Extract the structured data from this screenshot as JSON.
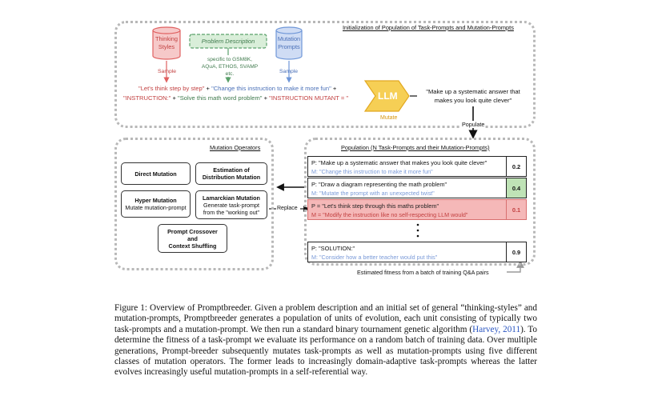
{
  "init_panel": {
    "title": "Initialization of Population of Task-Prompts and Mutation-Prompts",
    "thinking_styles": "Thinking Styles",
    "problem_description": "Problem Description",
    "mutation_prompts": "Mutation Prompts",
    "specific_note": "specific to GSM8K, AQuA, ETHOS, SVAMP etc.",
    "sample_left": "Sample",
    "sample_right": "Sample",
    "formula_part1": "\"Let's think step by step\"",
    "formula_plus": " + ",
    "formula_part2": "\"Change this instruction to make it more fun\"",
    "formula_part3": "\"INSTRUCTION:\"",
    "formula_part4": "\"Solve this math word problem\"",
    "formula_part5": "\"INSTRUCTION MUTANT = \"",
    "llm": "LLM",
    "mutate": "Mutate",
    "llm_output": "\"Make up a systematic answer that makes you look quite clever\"",
    "populate": "Populate"
  },
  "mutation_operators": {
    "title": "Mutation Operators",
    "direct": "Direct Mutation",
    "eda_1": "Estimation of",
    "eda_2": "Distribution Mutation",
    "hyper": "Hyper Mutation",
    "hyper_sub": "Mutate mutation-prompt",
    "lamarck": "Lamarckian Mutation",
    "lamarck_sub1": "Generate task-prompt",
    "lamarck_sub2": "from the \"working out\"",
    "crossover_1": "Prompt Crossover",
    "crossover_2": "and",
    "crossover_3": "Context Shuffling",
    "replace": "Replace"
  },
  "population": {
    "title": "Population (N Task-Prompts and their Mutation-Prompts)",
    "rows": [
      {
        "p": "P: \"Make up a systematic answer that makes you look quite clever\"",
        "m": "M: \"Change this instruction to make it more fun\"",
        "fitness": "0.2"
      },
      {
        "p": "P: \"Draw a diagram representing the math problem\"",
        "m": "M: \"Mutate the prompt with an unexpected twist\"",
        "fitness": "0.4"
      },
      {
        "p": "P = \"Let's think step through this maths problem\"",
        "m": "M = \"Modify the instruction like no self-respecting LLM would\"",
        "fitness": "0.1"
      },
      {
        "p": "P: \"SOLUTION:\"",
        "m": "M: \"Consider how a better teacher would put this\"",
        "fitness": "0.9"
      }
    ],
    "fitness_note": "Estimated fitness from a batch of training Q&A pairs"
  },
  "caption": {
    "text_before": "Figure 1: Overview of Promptbreeder. Given a problem description and an initial set of general “thinking-styles” and mutation-prompts, Promptbreeder generates a population of units of evolution, each unit consisting of typically two task-prompts and a mutation-prompt. We then run a standard binary tournament genetic algorithm (",
    "citation": "Harvey, 2011",
    "text_after": "). To determine the fitness of a task-prompt we evaluate its performance on a random batch of training data. Over multiple generations, Prompt-breeder subsequently mutates task-prompts as well as mutation-prompts using five different classes of mutation operators. The former leads to increasingly domain-adaptive task-prompts whereas the latter evolves increasingly useful mutation-prompts in a self-referential way."
  },
  "colors": {
    "thinking_red": "#e06060",
    "problem_green": "#5aa06a",
    "mutation_blue": "#6f97d8",
    "llm_gold": "#f2c040",
    "highlight_green": "#bfe3b6",
    "highlight_red": "#f5b8b8"
  }
}
